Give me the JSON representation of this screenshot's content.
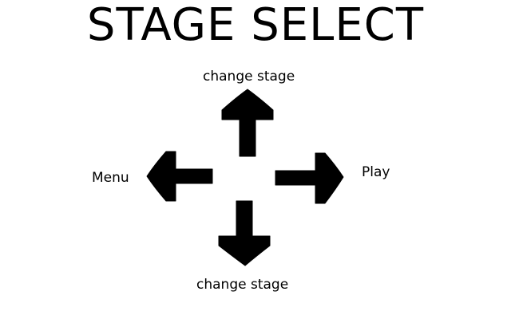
{
  "screen": {
    "title": "STAGE SELECT"
  },
  "controls": {
    "up_label": "change stage",
    "down_label": "change stage",
    "left_label": "Menu",
    "right_label": "Play"
  },
  "icons": {
    "up": "arrow-up-icon",
    "down": "arrow-down-icon",
    "left": "arrow-left-icon",
    "right": "arrow-right-icon"
  },
  "colors": {
    "background": "#ffffff",
    "foreground": "#000000"
  }
}
